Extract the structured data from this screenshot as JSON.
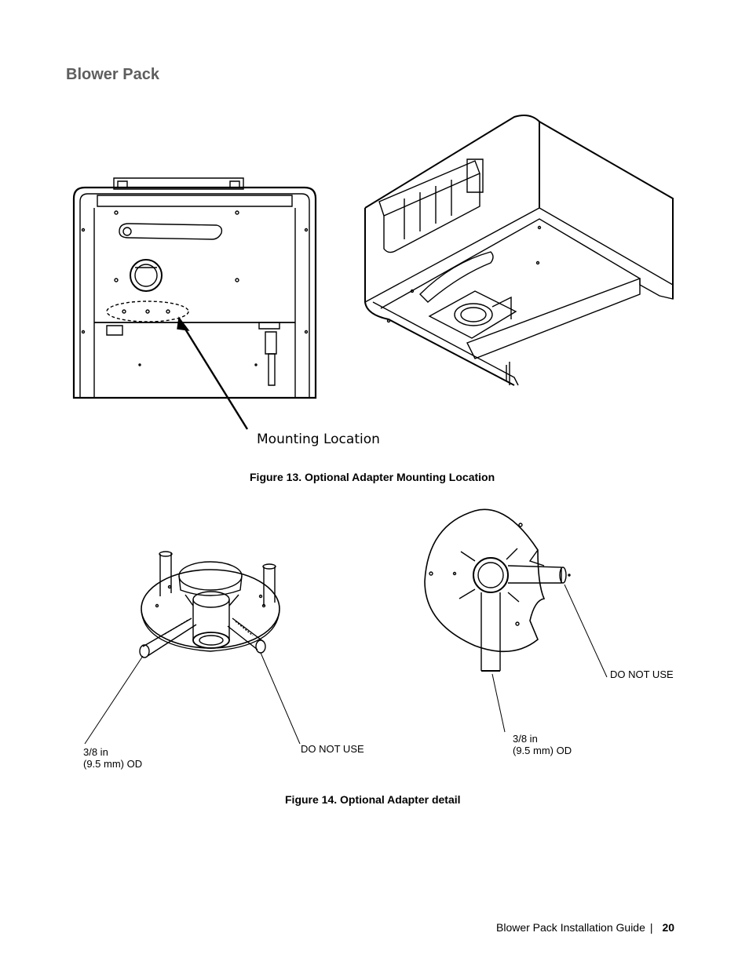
{
  "section_title": "Blower Pack",
  "figure13": {
    "callout": "Mounting Location",
    "caption": "Figure 13. Optional Adapter Mounting Location"
  },
  "figure14": {
    "left_callout_size_line1": "3/8 in",
    "left_callout_size_line2": "(9.5 mm) OD",
    "left_callout_warning": "DO NOT USE",
    "right_callout_size_line1": "3/8 in",
    "right_callout_size_line2": "(9.5 mm) OD",
    "right_callout_warning": "DO NOT USE",
    "caption": "Figure 14. Optional Adapter detail"
  },
  "footer": {
    "guide_title": "Blower Pack Installation Guide",
    "separator": "|",
    "page_number": "20"
  }
}
